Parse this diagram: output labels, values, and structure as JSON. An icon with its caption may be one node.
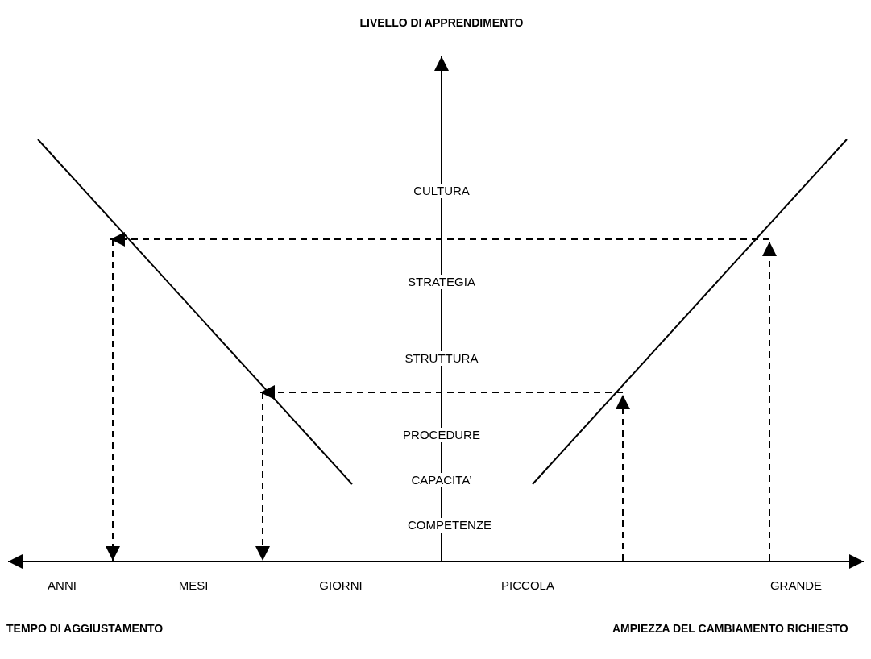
{
  "diagram": {
    "labels": [
      "LIVELLO DI APPRENDIMENTO",
      "CULTURA",
      "STRATEGIA",
      "STRUTTURA",
      "PROCEDURE",
      "CAPACITA’",
      "COMPETENZE",
      "ANNI",
      "MESI",
      "GIORNI",
      "PICCOLA",
      "GRANDE",
      "TEMPO DI AGGIUSTAMENTO",
      "AMPIEZZA DEL CAMBIAMENTO RICHIESTO"
    ]
  }
}
